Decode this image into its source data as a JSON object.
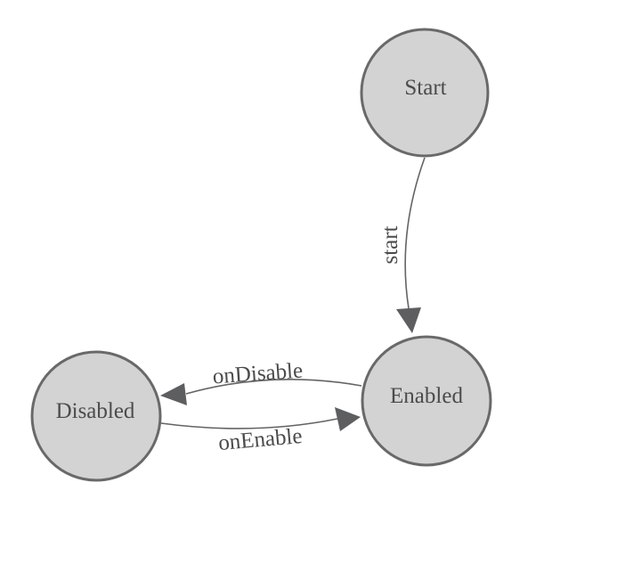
{
  "page": {
    "background": "#ffffff"
  },
  "diagram": {
    "type": "state-machine-graph",
    "colors": {
      "node_fill": "#d3d3d3",
      "node_border": "#696969",
      "edge": "#646464",
      "arrowhead": "#5d5e60",
      "text": "#4b4b4b"
    },
    "nodes": [
      {
        "id": "start-node",
        "label": "Start"
      },
      {
        "id": "enabled-node",
        "label": "Enabled"
      },
      {
        "id": "disabled-node",
        "label": "Disabled"
      }
    ],
    "edges": [
      {
        "from": "Start",
        "to": "Enabled",
        "label": "start"
      },
      {
        "from": "Enabled",
        "to": "Disabled",
        "label": "onDisable"
      },
      {
        "from": "Disabled",
        "to": "Enabled",
        "label": "onEnable"
      }
    ]
  }
}
